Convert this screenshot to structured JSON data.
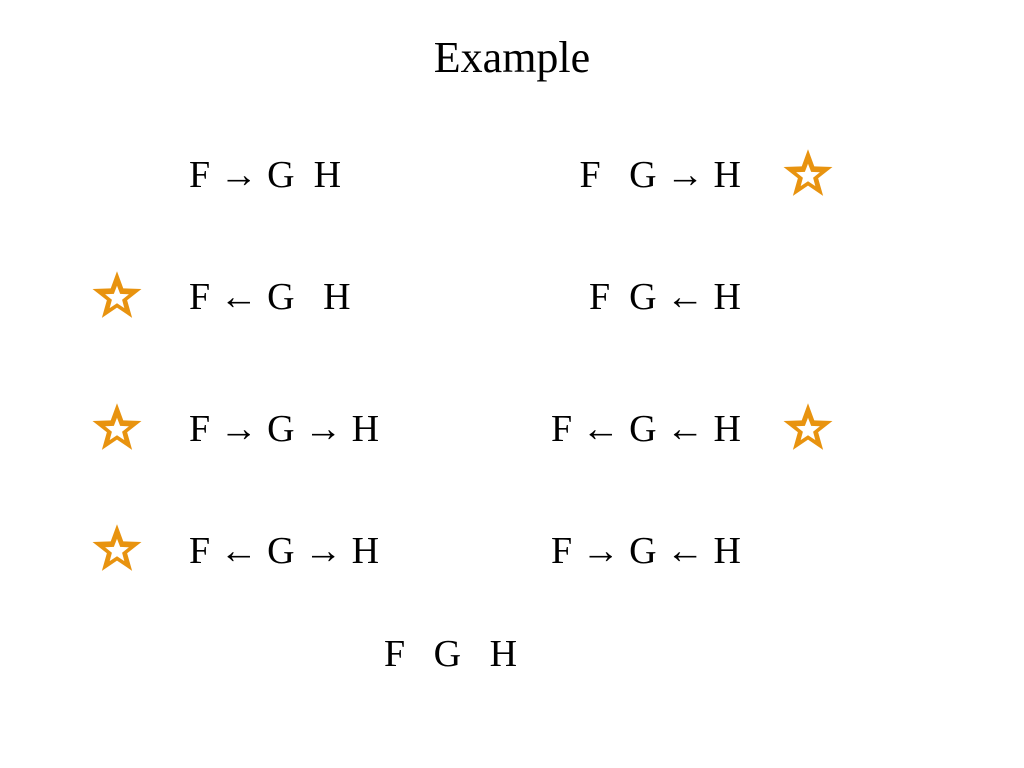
{
  "title": "Example",
  "colors": {
    "star": "#E8930F"
  },
  "rows": [
    {
      "left": "F → G  H",
      "right": "F   G → H",
      "left_marked": false,
      "right_marked": true
    },
    {
      "left": "F ← G   H",
      "right": "F  G ← H",
      "left_marked": true,
      "right_marked": false
    },
    {
      "left": "F → G → H",
      "right": "F ← G ← H",
      "left_marked": true,
      "right_marked": true
    },
    {
      "left": "F ← G → H",
      "right": "F → G ← H",
      "left_marked": true,
      "right_marked": false
    }
  ],
  "bottom": "F   G   H",
  "icons": {
    "marker": "star-icon"
  }
}
